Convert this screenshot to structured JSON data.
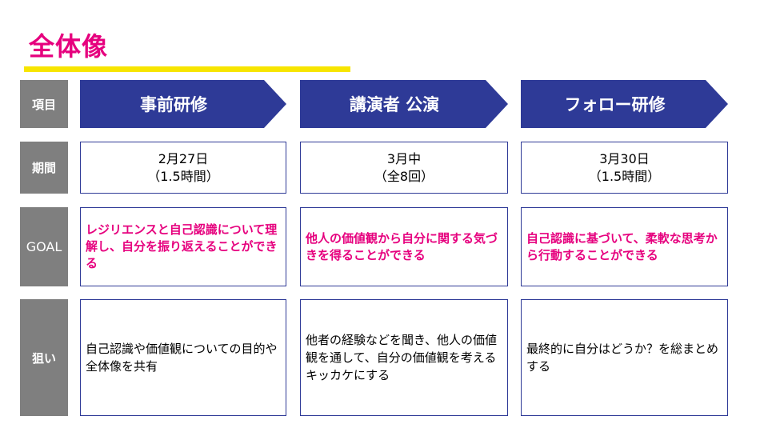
{
  "title": "全体像",
  "row_labels": {
    "item": "項目",
    "period": "期間",
    "goal": "GOAL",
    "aim": "狙い"
  },
  "columns": [
    {
      "header": "事前研修",
      "period_date": "2月27日",
      "period_detail": "（1.5時間）",
      "goal": "レジリエンスと自己認識について理解し、自分を振り返えることができる",
      "aim": "自己認識や価値観についての目的や全体像を共有"
    },
    {
      "header": "講演者 公演",
      "period_date": "3月中",
      "period_detail": "（全8回）",
      "goal": "他人の価値観から自分に関する気づきを得ることができる",
      "aim": "他者の経験などを聞き、他人の価値観を通して、自分の価値観を考えるキッカケにする"
    },
    {
      "header": "フォロー研修",
      "period_date": "3月30日",
      "period_detail": "（1.5時間）",
      "goal": "自己認識に基づいて、柔軟な思考から行動することができる",
      "aim": "最終的に自分はどうか？を総まとめする"
    }
  ],
  "colors": {
    "accent_magenta": "#e6007e",
    "accent_yellow": "#f7e500",
    "header_navy": "#2e3a97",
    "label_gray": "#7f7f7f"
  }
}
